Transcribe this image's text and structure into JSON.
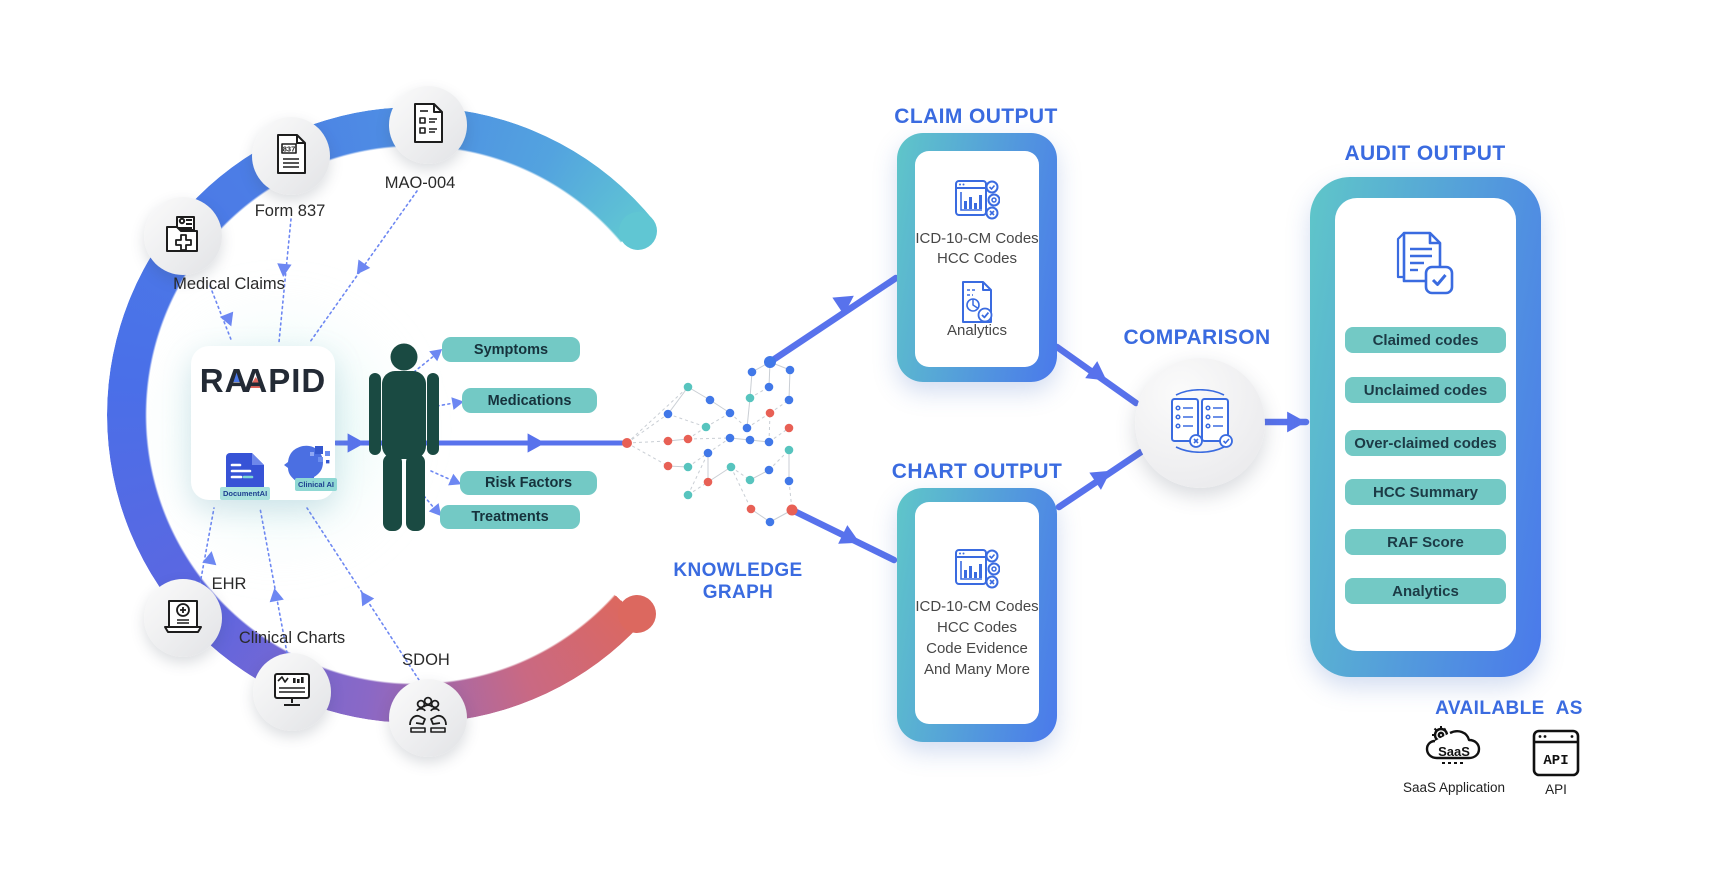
{
  "colors": {
    "accent_blue": "#3A6BE0",
    "arrow_blue": "#5872EC",
    "dashed_blue": "#6d87f2",
    "pill_teal": "#73C9C5",
    "person_teal": "#1A4A42",
    "ring_gradient": [
      "#60C6D3",
      "#53A3DF",
      "#4A6FE8",
      "#5E66E0",
      "#8A68C6",
      "#DC685F"
    ],
    "ring_cap_top": "#60C6D3",
    "ring_cap_bottom": "#DC685F"
  },
  "sources": {
    "form837": {
      "label": "Form 837"
    },
    "mao004": {
      "label": "MAO-004"
    },
    "medical_claims": {
      "label": "Medical Claims"
    },
    "ehr": {
      "label": "EHR"
    },
    "clinical_charts": {
      "label": "Clinical Charts"
    },
    "sdoh": {
      "label": "SDOH"
    }
  },
  "rapid": {
    "logo_r": "R",
    "logo_a1": "A",
    "logo_a2": "A",
    "logo_rest": "PID",
    "document_ai_label": "DocumentAI",
    "clinical_ai_label": "Clinical AI"
  },
  "patient": {
    "labels": [
      "Symptoms",
      "Medications",
      "Risk Factors",
      "Treatments"
    ]
  },
  "knowledge_graph": {
    "title_line1": "KNOWLEDGE",
    "title_line2": "GRAPH",
    "node_colors": {
      "b": "#4178E8",
      "t": "#57C4BE",
      "r": "#E86055"
    },
    "nodes": [
      [
        627,
        443,
        "r",
        5
      ],
      [
        668,
        414,
        "b"
      ],
      [
        668,
        441,
        "r"
      ],
      [
        668,
        466,
        "r"
      ],
      [
        688,
        387,
        "t"
      ],
      [
        688,
        439,
        "r"
      ],
      [
        688,
        467,
        "t"
      ],
      [
        688,
        495,
        "t"
      ],
      [
        706,
        427,
        "t"
      ],
      [
        708,
        453,
        "b"
      ],
      [
        708,
        482,
        "r"
      ],
      [
        710,
        400,
        "b"
      ],
      [
        730,
        413,
        "b"
      ],
      [
        730,
        438,
        "b"
      ],
      [
        731,
        467,
        "t"
      ],
      [
        747,
        428,
        "b"
      ],
      [
        750,
        398,
        "t"
      ],
      [
        750,
        440,
        "b"
      ],
      [
        750,
        480,
        "t"
      ],
      [
        751,
        509,
        "r"
      ],
      [
        752,
        372,
        "b"
      ],
      [
        769,
        387,
        "b"
      ],
      [
        769,
        442,
        "b"
      ],
      [
        769,
        470,
        "b"
      ],
      [
        770,
        413,
        "r"
      ],
      [
        770,
        362,
        "b",
        6
      ],
      [
        770,
        522,
        "b"
      ],
      [
        789,
        400,
        "b"
      ],
      [
        789,
        428,
        "r"
      ],
      [
        789,
        450,
        "t"
      ],
      [
        789,
        481,
        "b"
      ],
      [
        790,
        370,
        "b"
      ],
      [
        792,
        510,
        "r",
        5.5
      ]
    ],
    "edges": [
      [
        0,
        1,
        1
      ],
      [
        0,
        2,
        1
      ],
      [
        0,
        3,
        1
      ],
      [
        0,
        4,
        1
      ],
      [
        1,
        4
      ],
      [
        1,
        8,
        1
      ],
      [
        2,
        5
      ],
      [
        3,
        6
      ],
      [
        4,
        11
      ],
      [
        5,
        8,
        1
      ],
      [
        6,
        9,
        1
      ],
      [
        7,
        10,
        1
      ],
      [
        8,
        12,
        1
      ],
      [
        9,
        13,
        1
      ],
      [
        9,
        10
      ],
      [
        11,
        12
      ],
      [
        12,
        15,
        1
      ],
      [
        13,
        17
      ],
      [
        14,
        18,
        1
      ],
      [
        14,
        19,
        1
      ],
      [
        15,
        16
      ],
      [
        15,
        24,
        1
      ],
      [
        16,
        20
      ],
      [
        16,
        21,
        1
      ],
      [
        17,
        22
      ],
      [
        18,
        23
      ],
      [
        19,
        26
      ],
      [
        20,
        25
      ],
      [
        21,
        25
      ],
      [
        22,
        24,
        1
      ],
      [
        22,
        28,
        1
      ],
      [
        23,
        29,
        1
      ],
      [
        24,
        27,
        1
      ],
      [
        25,
        31
      ],
      [
        27,
        31
      ],
      [
        29,
        30
      ],
      [
        30,
        32,
        1
      ],
      [
        26,
        32
      ],
      [
        10,
        14
      ],
      [
        5,
        13,
        1
      ],
      [
        7,
        9,
        1
      ]
    ]
  },
  "claim_output": {
    "title": "CLAIM OUTPUT",
    "lines": [
      "ICD-10-CM Codes",
      "HCC Codes"
    ],
    "analytics_label": "Analytics"
  },
  "chart_output": {
    "title": "CHART OUTPUT",
    "lines": [
      "ICD-10-CM Codes",
      "HCC Codes",
      "Code Evidence",
      "And Many More"
    ]
  },
  "comparison": {
    "title": "COMPARISON"
  },
  "audit_output": {
    "title": "AUDIT OUTPUT",
    "pills": [
      "Claimed codes",
      "Unclaimed codes",
      "Over-claimed codes",
      "HCC Summary",
      "RAF Score",
      "Analytics"
    ]
  },
  "available_as": {
    "title": "AVAILABLE AS",
    "saas_label": "SaaS Application",
    "api_label": "API"
  },
  "connectors": [
    {
      "p": [
        210,
        286,
        232,
        342
      ],
      "w": 1.6,
      "dash": "2 3.5",
      "color": "#6d87f2",
      "hs": 9,
      "heads": [
        [
          228,
          318
        ]
      ]
    },
    {
      "p": [
        291,
        219,
        279,
        342
      ],
      "w": 1.6,
      "dash": "2 3.5",
      "color": "#6d87f2",
      "hs": 9,
      "heads": [
        [
          284,
          268
        ]
      ]
    },
    {
      "p": [
        417,
        191,
        310,
        342
      ],
      "w": 1.6,
      "dash": "2 3.5",
      "color": "#6d87f2",
      "hs": 9,
      "heads": [
        [
          362,
          267
        ]
      ]
    },
    {
      "p": [
        200,
        584,
        214,
        508
      ],
      "w": 1.6,
      "dash": "2 3.5",
      "color": "#6d87f2",
      "hs": 9,
      "heads": [
        [
          210,
          560
        ]
      ]
    },
    {
      "p": [
        287,
        653,
        260,
        508
      ],
      "w": 1.6,
      "dash": "2 3.5",
      "color": "#6d87f2",
      "hs": 9,
      "heads": [
        [
          276,
          597
        ]
      ]
    },
    {
      "p": [
        419,
        680,
        307,
        508
      ],
      "w": 1.6,
      "dash": "2 3.5",
      "color": "#6d87f2",
      "hs": 9,
      "heads": [
        [
          366,
          599
        ]
      ]
    },
    {
      "p": [
        414,
        372,
        440,
        351
      ],
      "w": 1.6,
      "dash": "2 3.5",
      "color": "#6d87f2",
      "hs": 8,
      "heads": [
        [
          436,
          354
        ]
      ]
    },
    {
      "p": [
        437,
        406,
        460,
        402
      ],
      "w": 1.6,
      "dash": "2 3.5",
      "color": "#6d87f2",
      "hs": 8,
      "heads": [
        [
          456,
          403
        ]
      ]
    },
    {
      "p": [
        431,
        471,
        458,
        483
      ],
      "w": 1.6,
      "dash": "2 3.5",
      "color": "#6d87f2",
      "hs": 8,
      "heads": [
        [
          454,
          481
        ]
      ]
    },
    {
      "p": [
        424,
        496,
        439,
        514
      ],
      "w": 1.6,
      "dash": "2 3.5",
      "color": "#6d87f2",
      "hs": 8,
      "heads": [
        [
          436,
          510
        ]
      ]
    },
    {
      "p": [
        336,
        443,
        626,
        443
      ],
      "w": 5,
      "color": "#5872EC",
      "hs": 12,
      "heads": [
        [
          353,
          443
        ],
        [
          533,
          443
        ]
      ]
    },
    {
      "p": [
        770,
        362,
        896,
        278
      ],
      "w": 6.5,
      "color": "#5872EC",
      "hs": 13,
      "heads": [
        [
          843,
          303
        ]
      ]
    },
    {
      "p": [
        792,
        510,
        894,
        560
      ],
      "w": 6.5,
      "color": "#5872EC",
      "hs": 13,
      "heads": [
        [
          848,
          537
        ]
      ]
    },
    {
      "p": [
        1057,
        347,
        1136,
        403
      ],
      "w": 6.5,
      "color": "#5872EC",
      "hs": 13,
      "heads": [
        [
          1096,
          373
        ]
      ]
    },
    {
      "p": [
        1059,
        507,
        1141,
        452
      ],
      "w": 6.5,
      "color": "#5872EC",
      "hs": 13,
      "heads": [
        [
          1100,
          478
        ]
      ]
    },
    {
      "p": [
        1265,
        422,
        1306,
        422
      ],
      "w": 6.5,
      "color": "#5872EC",
      "hs": 13,
      "heads": [
        [
          1293,
          422
        ]
      ]
    }
  ]
}
